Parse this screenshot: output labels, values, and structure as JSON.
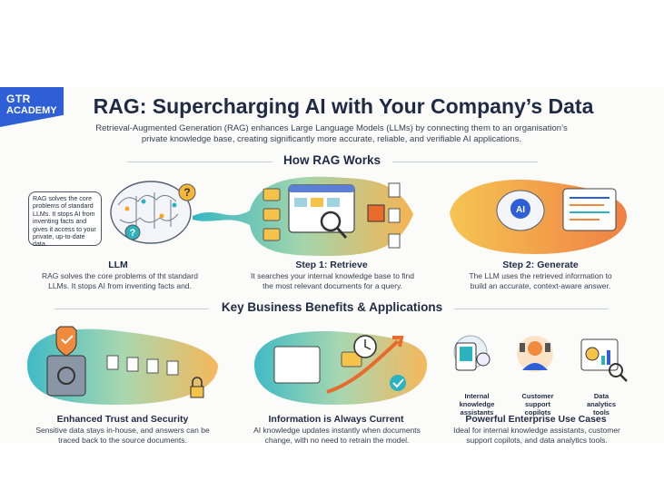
{
  "brand": {
    "line1": "GTR",
    "line2": "ACADEMY"
  },
  "header": {
    "title": "RAG: Supercharging AI with Your Company’s Data",
    "subtitle": "Retrieval-Augmented Generation (RAG) enhances Large Language Models (LLMs) by connecting them to an organisation’s private knowledge base, creating significantly more accurate, reliable, and verifiable AI applications."
  },
  "how": {
    "heading": "How RAG Works",
    "llm": {
      "bubble": "RAG solves the core problems of standard LLMs. It stops AI from inventing facts and gives it access to your private, up-to-date data.",
      "title": "LLM",
      "desc": "RAG solves the core problems of tht standard LLMs. It stops AI from inventing facts and."
    },
    "retrieve": {
      "title": "Step 1: Retrieve",
      "desc": "It searches your internal knowledge base to find the most relevant documents for a query."
    },
    "generate": {
      "ai_badge": "AI",
      "title": "Step 2: Generate",
      "desc": "The LLM uses the retrieved information to build an accurate, context-aware answer."
    }
  },
  "benefits": {
    "heading": "Key Business Benefits & Applications",
    "trust": {
      "title": "Enhanced Trust and Security",
      "desc": "Sensitive data stays in-house, and answers can be traced back to the source documents."
    },
    "current": {
      "title": "Information is Always Current",
      "desc": "AI knowledge updates instantly when documents change, with no need to retrain the model."
    },
    "enterprise": {
      "title": "Powerful Enterprise Use Cases",
      "desc": "Ideal for internal knowledge assistants, customer support copilots, and data analytics tools.",
      "tools": [
        "Internal knowledge assistants",
        "Customer support copilots",
        "Data analytics tools"
      ]
    }
  },
  "colors": {
    "navy": "#1f2a44",
    "teal": "#27b3b0",
    "orange": "#f08a3c",
    "blue": "#2f5fd6",
    "yellow": "#f3c43a"
  }
}
